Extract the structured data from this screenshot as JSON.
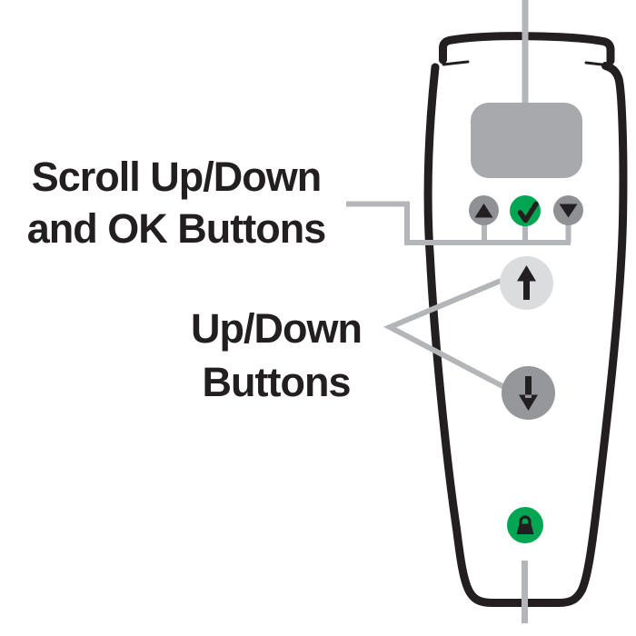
{
  "diagram_title": "Remote control buttons diagram",
  "labels": {
    "scroll_ok": {
      "line1": "Scroll Up/Down",
      "line2": "and OK Buttons"
    },
    "up_down": {
      "line1": "Up/Down",
      "line2": "Buttons"
    }
  },
  "device": {
    "type": "handheld remote",
    "display": {
      "color": "#A7A9AC"
    },
    "outline_color": "#231F20",
    "connector_color": "#B3B5B8",
    "buttons": {
      "scroll_up": {
        "icon": "triangle-up-icon",
        "color": "#8F9194",
        "glyph_color": "#231F20"
      },
      "ok": {
        "icon": "checkmark-icon",
        "color": "#00A651",
        "glyph_color": "#231F20"
      },
      "scroll_down": {
        "icon": "triangle-down-icon",
        "color": "#8F9194",
        "glyph_color": "#231F20"
      },
      "up": {
        "icon": "arrow-up-icon",
        "color": "#DBDCDE",
        "glyph_color": "#231F20"
      },
      "down": {
        "icon": "arrow-down-icon",
        "color": "#95979A",
        "glyph_color": "#231F20"
      },
      "lock": {
        "icon": "padlock-icon",
        "color": "#00A651",
        "glyph_color": "#231F20"
      }
    }
  }
}
